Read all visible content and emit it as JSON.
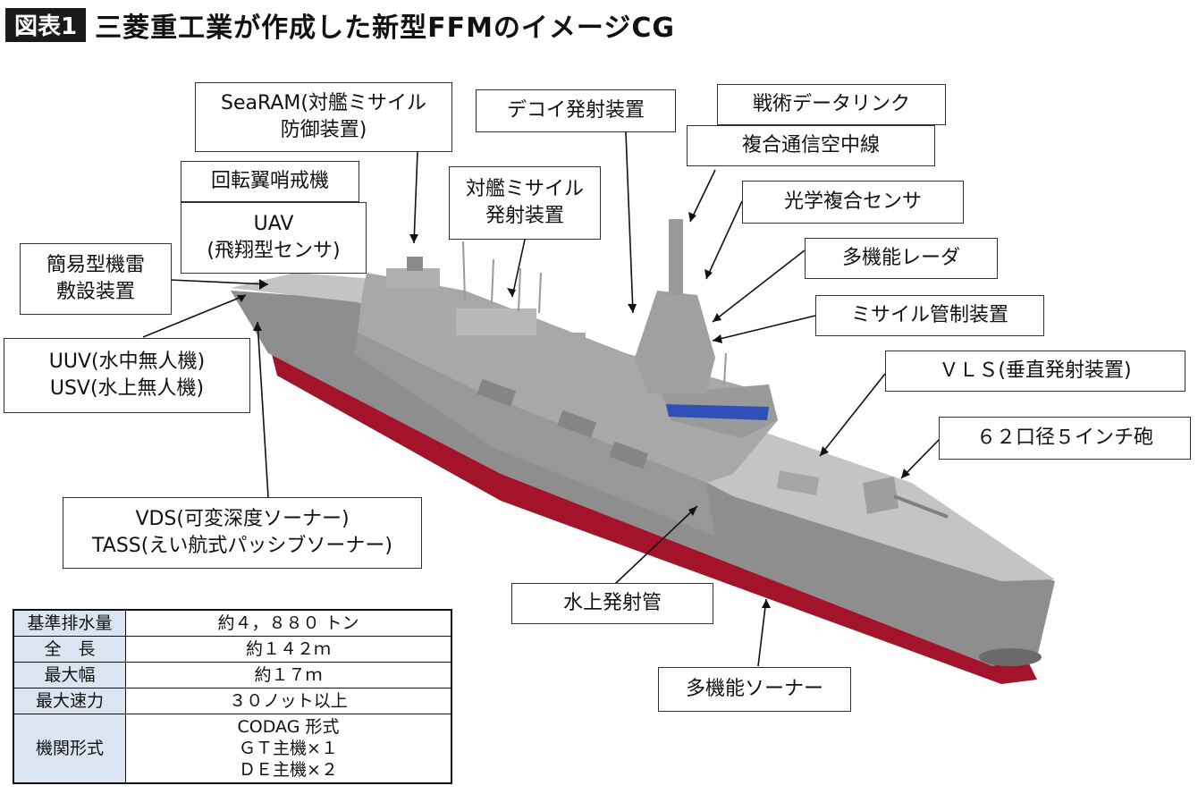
{
  "title": {
    "badge": "図表1",
    "text": "三菱重工業が作成した新型FFMのイメージCG"
  },
  "labels": {
    "searam": [
      "SeaRAM(対艦ミサイル",
      "防御装置)"
    ],
    "rotary": [
      "回転翼哨戒機"
    ],
    "uav": [
      "UAV",
      "(飛翔型センサ)"
    ],
    "mine": [
      "簡易型機雷",
      "敷設装置"
    ],
    "uuv": [
      "UUV(水中無人機)",
      "USV(水上無人機)"
    ],
    "vds": [
      "VDS(可変深度ソーナー)",
      "TASS(えい航式パッシブソーナー)"
    ],
    "asm": [
      "対艦ミサイル",
      "発射装置"
    ],
    "decoy": [
      "デコイ発射装置"
    ],
    "datalink": [
      "戦術データリンク"
    ],
    "antenna": [
      "複合通信空中線"
    ],
    "optical": [
      "光学複合センサ"
    ],
    "radar": [
      "多機能レーダ"
    ],
    "fcs": [
      "ミサイル管制装置"
    ],
    "vls": [
      "ＶＬＳ(垂直発射装置)"
    ],
    "gun": [
      "６２口径５インチ砲"
    ],
    "torpedo": [
      "水上発射管"
    ],
    "sonar": [
      "多機能ソーナー"
    ]
  },
  "specs": [
    {
      "key": "基準排水量",
      "value": [
        "約４，８８０ トン"
      ]
    },
    {
      "key": "全　長",
      "value": [
        "約１４２ｍ"
      ]
    },
    {
      "key": "最大幅",
      "value": [
        "約１７ｍ"
      ]
    },
    {
      "key": "最大速力",
      "value": [
        "３０ノット以上"
      ]
    },
    {
      "key": "機関形式",
      "value": [
        "CODAG 形式",
        "ＧＴ主機×１",
        "ＤＥ主機×２"
      ]
    }
  ],
  "colors": {
    "hull": "#9c9c9c",
    "hull_dark": "#7e7e7e",
    "deck": "#bdbdbd",
    "bottom": "#a3142a",
    "spec_key_bg": "#dbe5f1"
  }
}
